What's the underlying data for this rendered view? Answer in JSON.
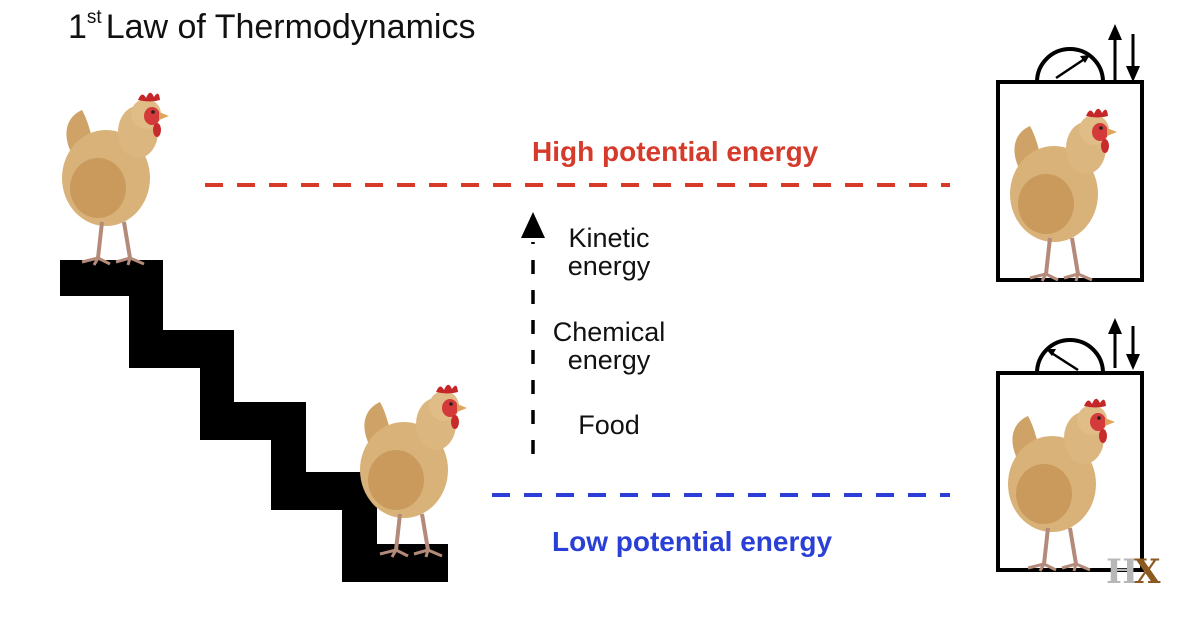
{
  "title": {
    "superscript": "st",
    "prefix": "1",
    "text": "Law of Thermodynamics"
  },
  "levels": {
    "high": {
      "label": "High potential energy",
      "color": "#d63a2a"
    },
    "low": {
      "label": "Low potential energy",
      "color": "#2a3fd6"
    }
  },
  "energy_labels": {
    "kinetic": "Kinetic\nenergy",
    "chemical": "Chemical\nenergy",
    "food": "Food"
  },
  "logo": {
    "letter_h": "H",
    "letter_x": "X",
    "x_color": "#8c5a20"
  },
  "icons": {
    "hen": "hen-icon",
    "stairs": "staircase-icon",
    "scale": "scale-gauge-icon",
    "up_arrow": "up-arrow-icon",
    "down_arrow": "down-arrow-icon"
  }
}
